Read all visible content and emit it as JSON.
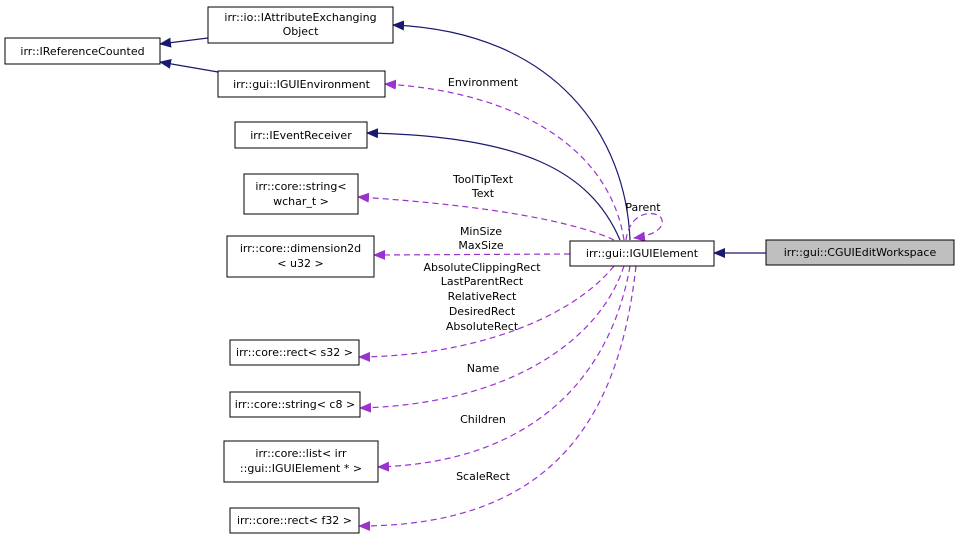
{
  "nodes": {
    "attr_exchanging": [
      "irr::io::IAttributeExchanging",
      "Object"
    ],
    "ref_counted": [
      "irr::IReferenceCounted"
    ],
    "gui_environment": [
      "irr::gui::IGUIEnvironment"
    ],
    "event_receiver": [
      "irr::IEventReceiver"
    ],
    "string_wchar": [
      "irr::core::string<",
      "wchar_t >"
    ],
    "dimension2d": [
      "irr::core::dimension2d",
      "< u32 >"
    ],
    "gui_element": [
      "irr::gui::IGUIElement"
    ],
    "edit_workspace": [
      "irr::gui::CGUIEditWorkspace"
    ],
    "rect_s32": [
      "irr::core::rect< s32 >"
    ],
    "string_c8": [
      "irr::core::string< c8 >"
    ],
    "list_element": [
      "irr::core::list< irr",
      "::gui::IGUIElement * >"
    ],
    "rect_f32": [
      "irr::core::rect< f32 >"
    ]
  },
  "labels": {
    "environment": [
      "Environment"
    ],
    "parent": [
      "Parent"
    ],
    "tooltip_text": [
      "ToolTipText",
      "Text"
    ],
    "min_max_size": [
      "MinSize",
      "MaxSize"
    ],
    "rects": [
      "AbsoluteClippingRect",
      "LastParentRect",
      "RelativeRect",
      "DesiredRect",
      "AbsoluteRect"
    ],
    "name": [
      "Name"
    ],
    "children": [
      "Children"
    ],
    "scale_rect": [
      "ScaleRect"
    ]
  },
  "colors": {
    "inheritance_edge": "#191970",
    "collaboration_edge": "#9a32cd",
    "current_node_fill": "#bfbfbf"
  }
}
